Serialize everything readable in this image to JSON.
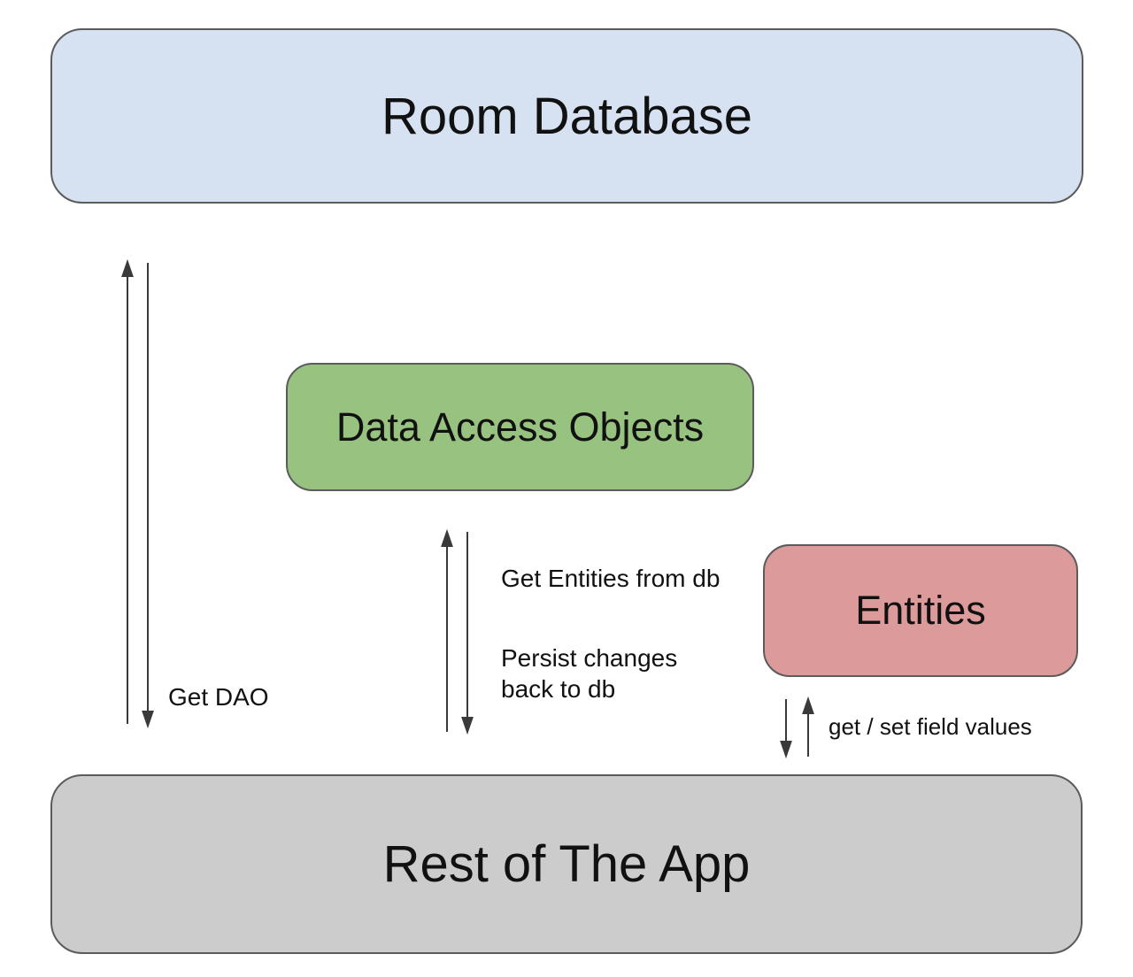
{
  "nodes": {
    "room_database": {
      "label": "Room Database",
      "fill": "#d6e2f2"
    },
    "data_access_objects": {
      "label": "Data Access Objects",
      "fill": "#97c27f"
    },
    "entities": {
      "label": "Entities",
      "fill": "#dd9a9a"
    },
    "rest_of_app": {
      "label": "Rest of The App",
      "fill": "#cccccc"
    }
  },
  "edges": {
    "app_to_room_database": {
      "label": "Get DAO"
    },
    "app_to_dao": {
      "label_request": "Get Entities from db",
      "label_persist": "Persist changes back to db"
    },
    "app_to_entities": {
      "label": "get / set field values"
    }
  },
  "colors": {
    "arrow": "#3a3a3a",
    "node_border": "#5b5b5b",
    "text": "#111111",
    "background": "#ffffff"
  }
}
